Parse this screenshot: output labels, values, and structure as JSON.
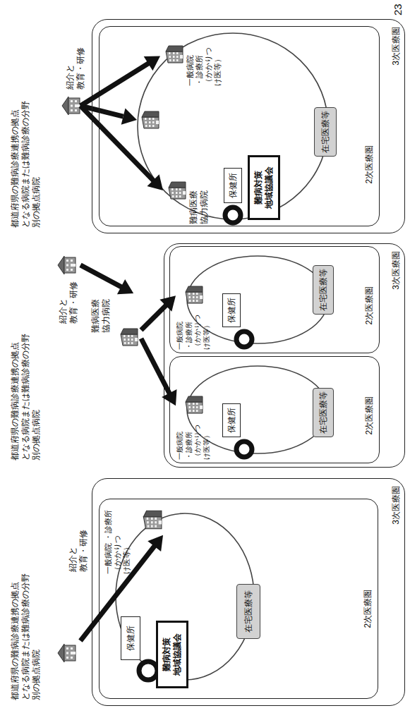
{
  "diagram": {
    "nodes": [
      {
        "text": [
          "都道府県の難病診療連携の拠点 となる病院または難病診療の分野 別の拠点病院"
        ]
      },
      {
        "text": [
          "3次医療圏"
        ]
      },
      {
        "text": [
          "2次医療圏"
        ],
        "in": 1
      },
      {
        "text": [
          "一般病院 ・診療所（かかりつ け医等）"
        ],
        "in": 2
      },
      {
        "text": [
          "保健所"
        ],
        "in": 2
      },
      {
        "text": [
          "難病対策 地域協議会"
        ],
        "in": 2
      },
      {
        "text": [
          "在宅医療等"
        ],
        "in": 2
      },
      {
        "text": [
          "都道府県の難病診療連携の拠点 となる病院または難病診療の分野 別の拠点病院"
        ]
      },
      {
        "text": [
          "難病医療 協力病院"
        ]
      },
      {
        "text": [
          "3次医療圏"
        ]
      },
      {
        "text": [
          "2次医療圏"
        ],
        "in": 9
      },
      {
        "text": [
          "一般病院 ・診療所 （かかりつ け医等）"
        ],
        "in": 10
      },
      {
        "text": [
          "保健所"
        ],
        "in": 10
      },
      {
        "text": [
          "在宅医療等"
        ],
        "in": 10
      },
      {
        "text": [
          "2次医療圏"
        ],
        "in": 9
      },
      {
        "text": [
          "一般病院 ・診療所 （かかりつ け医等）"
        ],
        "in": 14
      },
      {
        "text": [
          "保健所"
        ],
        "in": 14
      },
      {
        "text": [
          "在宅医療等"
        ],
        "in": 14
      },
      {
        "text": [
          "都道府県の難病診療連携の拠点 となる病院または難病診療の分野 別の拠点病院"
        ]
      },
      {
        "text": [
          "3次医療圏"
        ]
      },
      {
        "text": [
          "2次医療圏"
        ],
        "in": 19
      },
      {
        "text": [
          "難病医療 協力病院"
        ],
        "in": 20
      },
      {
        "text": [
          "一般病院 ・診療所 （かかりつ け医等）"
        ],
        "in": 20
      },
      {
        "text": [
          "保健所"
        ],
        "in": 20
      },
      {
        "text": [
          "難病対策 地域協議会"
        ],
        "in": 20
      },
      {
        "text": [
          "在宅医療等"
        ],
        "in": 20
      }
    ],
    "edges": [
      {
        "from": 0,
        "to": 3,
        "label": "紹介と 教育・研修",
        "arrow": "to"
      },
      {
        "from": 7,
        "to": 8,
        "label": "紹介と 教育・研修",
        "arrow": "to"
      },
      {
        "from": 8,
        "to": 11,
        "arrow": "to"
      },
      {
        "from": 8,
        "to": 15,
        "arrow": "to"
      },
      {
        "from": 18,
        "to": 21,
        "label": "紹介と 教育・研修",
        "arrow": "to"
      },
      {
        "from": 18,
        "to": 22,
        "arrow": "to"
      }
    ],
    "labels": [
      "23"
    ]
  }
}
